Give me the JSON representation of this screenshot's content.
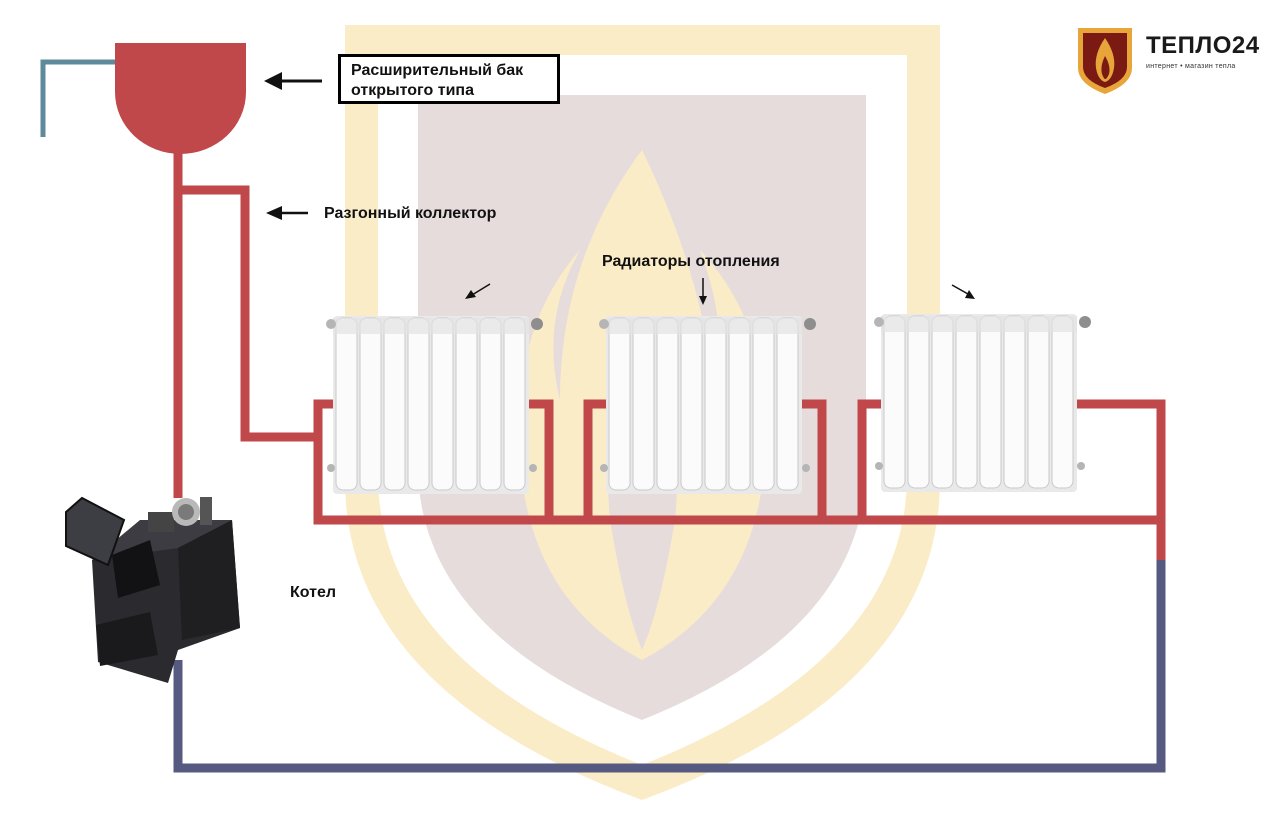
{
  "labels": {
    "tank_line1": "Расширительный бак",
    "tank_line2": "открытого типа",
    "collector": "Разгонный коллектор",
    "radiators": "Радиаторы отопления",
    "boiler": "Котел"
  },
  "logo": {
    "name": "ТЕПЛО24",
    "tagline": "интернет • магазин тепла"
  },
  "colors": {
    "supply_pipe": "#c0474a",
    "return_pipe": "#565a80",
    "vent_pipe": "#5e8a9c",
    "tank": "#c0474a",
    "watermark_yellow": "#fbecc8",
    "watermark_red": "#e7dcdc",
    "logo_orange": "#e8a53a",
    "logo_dark": "#7a1a12"
  },
  "icons": [
    "flame-icon"
  ]
}
